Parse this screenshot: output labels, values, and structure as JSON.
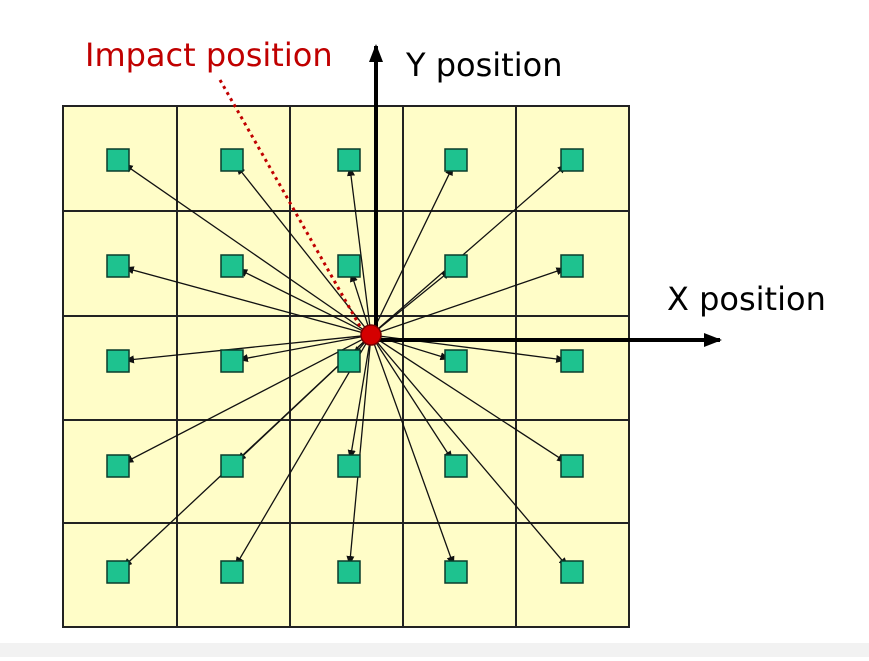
{
  "labels": {
    "impact": "Impact position",
    "y_axis": "Y position",
    "x_axis": "X position"
  },
  "grid": {
    "rows": 5,
    "cols": 5
  },
  "colors": {
    "cell_fill": "#fffdc8",
    "cell_stroke": "#222222",
    "sensor_fill": "#1ec28f",
    "sensor_stroke": "#0a3d2c",
    "arrow": "#111111",
    "axis": "#000000",
    "impact_dot": "#d40000",
    "impact_text": "#c00000",
    "impact_pointer": "#c00000"
  },
  "icons": {
    "sensor": "square",
    "impact": "filled-circle"
  }
}
